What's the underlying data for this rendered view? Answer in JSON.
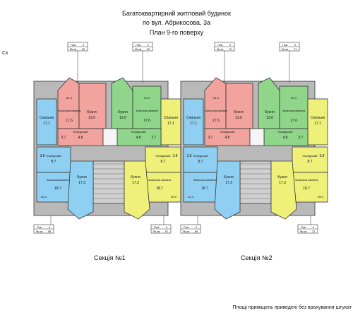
{
  "header": {
    "line1": "Багатоквартирний житловий будинок",
    "line2": "по вул. Абрикосова, 3а",
    "line3": "План 9-го поверху"
  },
  "axis_mark": "Сх",
  "footnote": "Площі приміщень приведені без врахування штукат",
  "sections": [
    {
      "label": "Секція №1",
      "tags": {
        "top_left": [
          "Пов.",
          "9",
          "№ кв.",
          "59"
        ],
        "top_right": [
          "Пов.",
          "9",
          "№ кв.",
          "60"
        ],
        "bottom_left": [
          "Пов.",
          "9",
          "№ кв.",
          "58"
        ],
        "bottom_right": [
          "Пов.",
          "9",
          "№ кв.",
          "57"
        ]
      }
    },
    {
      "label": "Секція №2",
      "tags": {
        "top_left": [
          "Пов.",
          "9",
          "№ кв.",
          "70"
        ],
        "top_right": [
          "Пов.",
          "9",
          "№ кв.",
          "71"
        ],
        "bottom_left": [
          "Пов.",
          "9",
          "№ кв.",
          "69"
        ],
        "bottom_right": [
          "Пов.",
          "9",
          "№ кв.",
          "72"
        ]
      }
    }
  ],
  "rooms": {
    "bedroom": "Спальня",
    "living": "Загальна кімната",
    "kitchen": "Кухня",
    "hall": "Передпокій",
    "bedroom_area": "17.1",
    "living_area_top": "17.6",
    "kitchen_area_top": "13.0",
    "hall_area_top": "4.8",
    "bath_area": "3.7",
    "hall_area_bottom": "8.7",
    "kitchen_area_bottom": "17.3",
    "living_area_bottom": "18.7",
    "bath_area_bottom": "3.8",
    "apt_total_top_a": "61.4",
    "apt_total_top_b": "59.4",
    "apt_total_bottom_a": "61.4",
    "apt_total_bottom_b": "58.0"
  },
  "colors": {
    "blue": "#8fd0f2",
    "pink": "#f2a39e",
    "green": "#8fd68a",
    "yellow": "#eef07a",
    "wall": "#b9b9b9",
    "stair": "#cfcfcf"
  }
}
